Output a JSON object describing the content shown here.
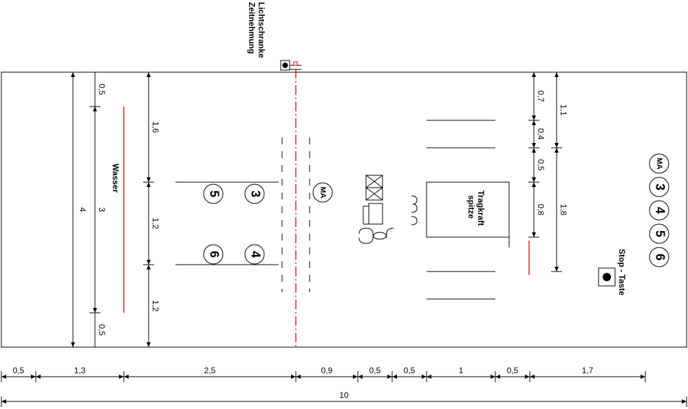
{
  "labels": {
    "sensor_line1": "Lichtschranke",
    "sensor_line2": "Zeitnehmung",
    "water": "Wasser",
    "lift_line1": "Tragkraft",
    "lift_line2": "spitze",
    "stop": "Stop - Taste"
  },
  "stations": {
    "ma": "MA",
    "s3": "3",
    "s4": "4",
    "s5": "5",
    "s6": "6"
  },
  "legend": [
    "MA",
    "3",
    "4",
    "5",
    "6"
  ],
  "dims": {
    "bottom": [
      "0,5",
      "1,3",
      "2,5",
      "0,9",
      "0,5",
      "0,5",
      "1",
      "0,5",
      "1,7"
    ],
    "total": "10",
    "left_total": "4",
    "left_inner": "3",
    "left_top": "0,5",
    "left_bottom": "0,5",
    "mid": [
      "1,6",
      "1,2",
      "1,2"
    ],
    "right_a": [
      "0,7",
      "0,4",
      "0,5",
      "0,8"
    ],
    "right_b": [
      "1,1",
      "1,8"
    ]
  },
  "colors": {
    "accent_red": "#d40000",
    "line": "#000000"
  }
}
